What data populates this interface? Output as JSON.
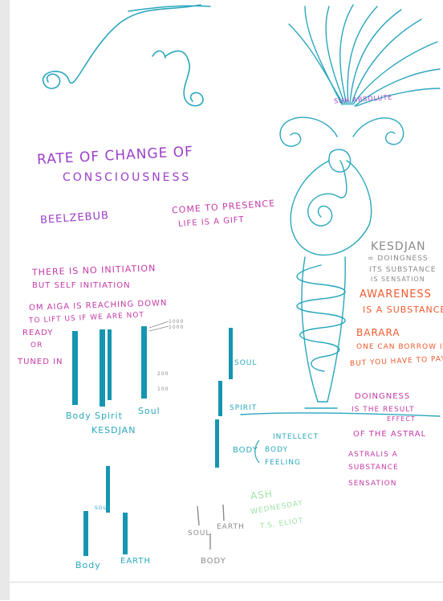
{
  "colors": {
    "teal": "#2aa7bd",
    "purple": "#9b3fc8",
    "magenta": "#c33aa7",
    "orange": "#ef5a2f",
    "gray": "#8a8a8a",
    "green": "#9fe3a5",
    "bar_teal": "#1596b0"
  },
  "notes": {
    "rate_of_change": "RATE OF CHANGE OF",
    "consciousness": "CONSCIOUSNESS",
    "beelzebub": "BEELZEBUB",
    "come_to_presence": "COME TO PRESENCE",
    "life_is_a_gift": "LIFE IS A GIFT",
    "no_initiation_1": "THERE IS NO INITIATION",
    "no_initiation_2": "BUT SELF INITIATION",
    "om_aiga_1": "OM AIGA IS REACHING DOWN",
    "om_aiga_2": "TO LIFT US IF WE ARE NOT",
    "ready": "READY",
    "or": "OR",
    "tuned_in": "TUNED IN",
    "kesdjan_right": "KESDJAN",
    "doingness_eq": "= DOINGNESS",
    "its_substance": "ITS SUBSTANCE",
    "is_sensation": "IS SENSATION",
    "awareness": "AWARENESS",
    "is_a_substance": "IS A SUBSTANCE",
    "barara": "BARARA",
    "one_can_borrow": "ONE CAN BORROW IT",
    "but_you_have": "BUT YOU HAVE TO PAY.",
    "doingness": "DOINGNESS",
    "is_the_result": "IS THE RESULT",
    "effect": "EFFECT",
    "of_the_astral": "OF THE ASTRAL",
    "astralis_a": "ASTRALIS A",
    "substance": "SUBSTANCE",
    "sensation": "SENSATION",
    "body_label": "Body",
    "spirit_label": "Spirit",
    "kesdjan_label": "KESDJAN",
    "soul_label": "Soul",
    "tick_1000a": "1000",
    "tick_1000b": "1000",
    "tick_200": "200",
    "tick_100": "100",
    "soul_mid": "SOUL",
    "spirit_mid": "SPIRIT",
    "body_mid": "BODY",
    "intellect": "INTELLECT",
    "body_sub": "BODY",
    "feeling": "FEELING",
    "soul_bottom": "SOUL",
    "body_bottom": "Body",
    "earth_bottom": "EARTH",
    "soul_gray": "SOUL",
    "earth_gray": "EARTH",
    "body_gray": "BODY",
    "ash_1": "ASH",
    "ash_2": "WEDNESDAY",
    "ash_3": "T.S. ELIOT",
    "sun_absolute": "SUN ABSOLUTE"
  }
}
